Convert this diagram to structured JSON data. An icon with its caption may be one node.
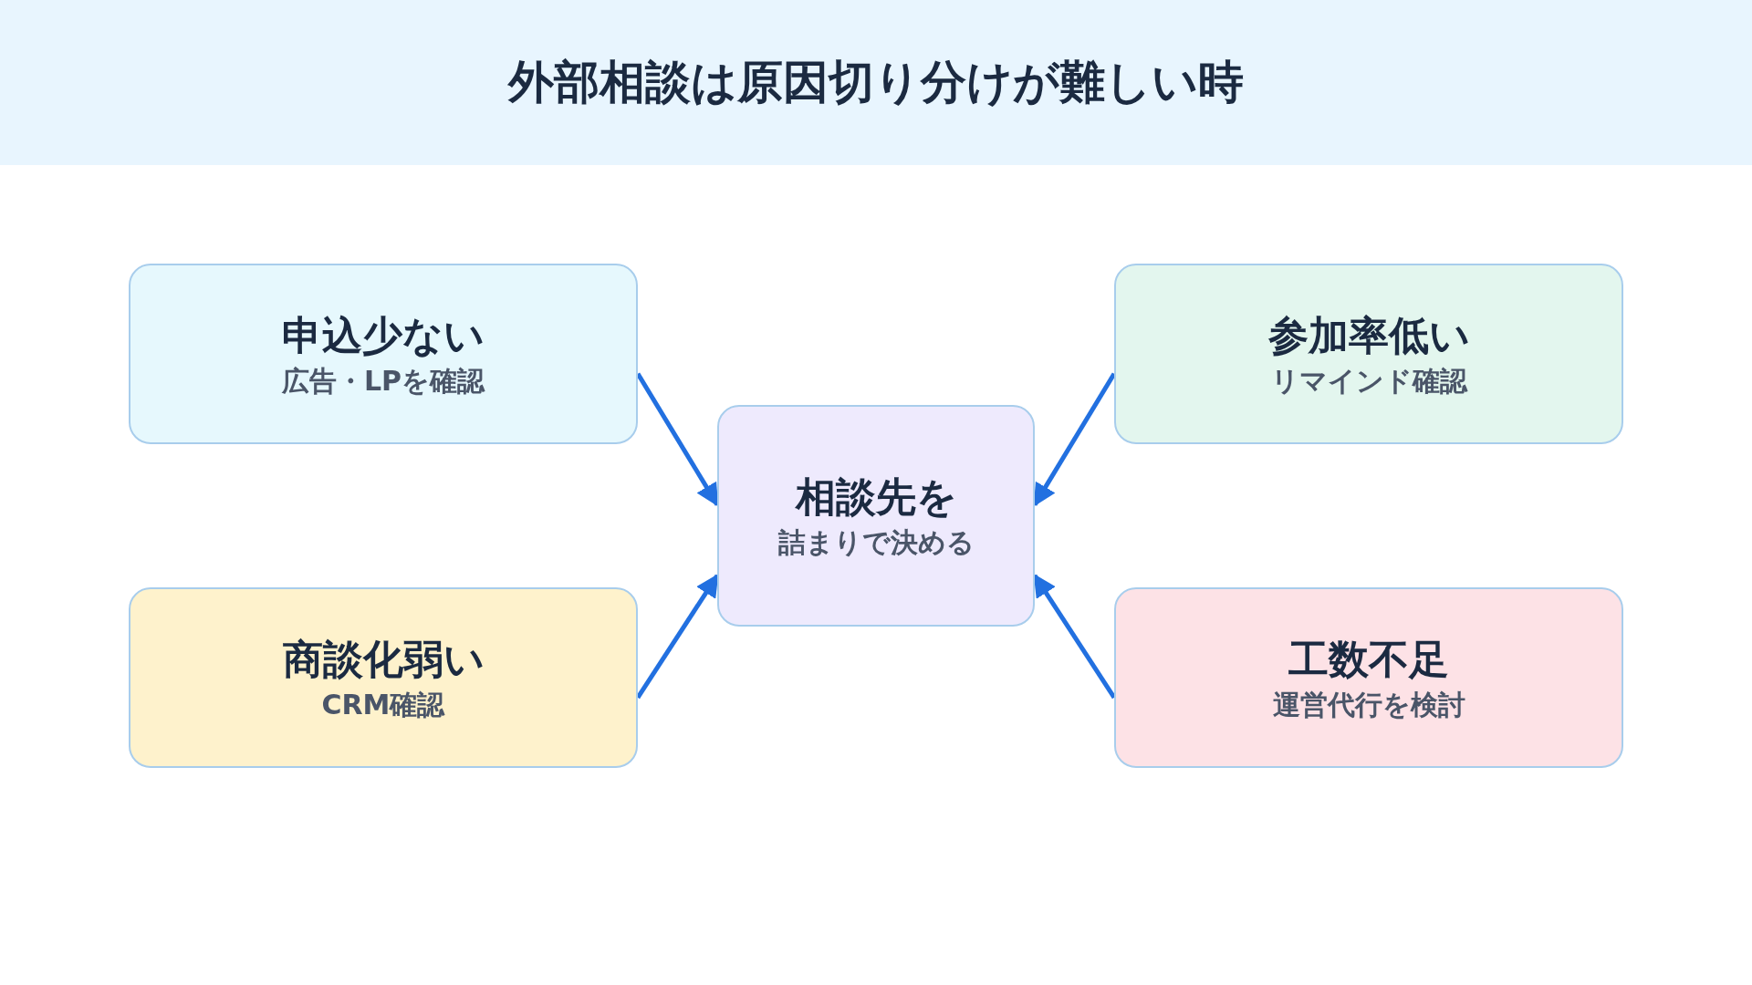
{
  "diagram": {
    "title": "外部相談は原因切り分けが難しい時",
    "nodes": [
      {
        "text": [
          "申込少ない",
          "広告・LPを確認"
        ]
      },
      {
        "text": [
          "参加率低い",
          "リマインド確認"
        ]
      },
      {
        "text": [
          "相談先を",
          "詰まりで決める"
        ]
      },
      {
        "text": [
          "商談化弱い",
          "CRM確認"
        ]
      },
      {
        "text": [
          "工数不足",
          "運営代行を検討"
        ]
      }
    ],
    "edges": [
      {
        "from": 0,
        "to": 2,
        "arrow": "to"
      },
      {
        "from": 1,
        "to": 2,
        "arrow": "to"
      },
      {
        "from": 3,
        "to": 2,
        "arrow": "to"
      },
      {
        "from": 4,
        "to": 2,
        "arrow": "to"
      }
    ]
  }
}
